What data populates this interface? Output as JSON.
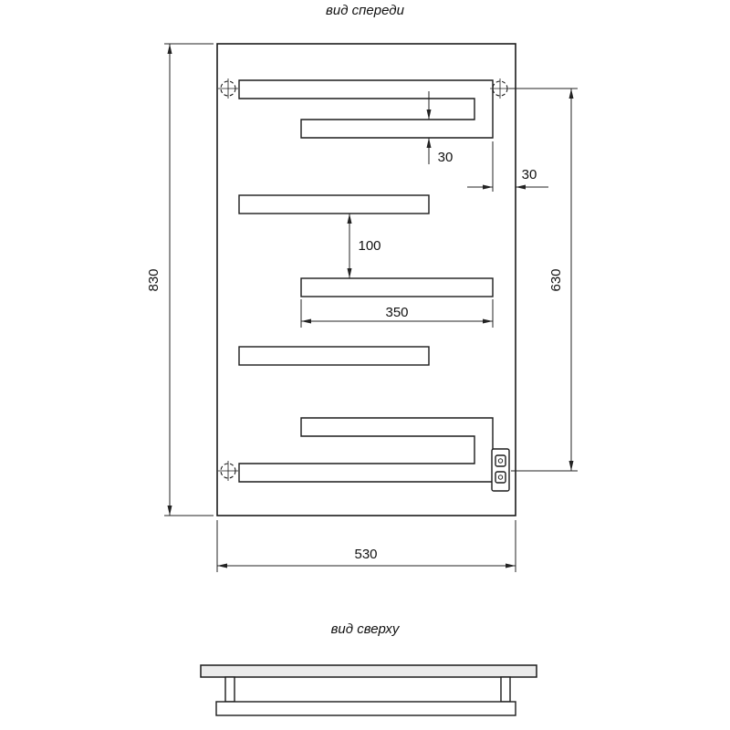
{
  "titles": {
    "front_view": "вид спереди",
    "top_view": "вид сверху"
  },
  "dimensions": {
    "overall_height": "830",
    "overall_width": "530",
    "mounting_distance": "630",
    "profile_height": "30",
    "edge_offset": "30",
    "bar_spacing": "100",
    "middle_bar_length": "350"
  },
  "colors": {
    "line": "#1b1b1b",
    "dimension_line": "#232323",
    "background": "#ffffff",
    "slab_fill": "#ebebeb"
  }
}
